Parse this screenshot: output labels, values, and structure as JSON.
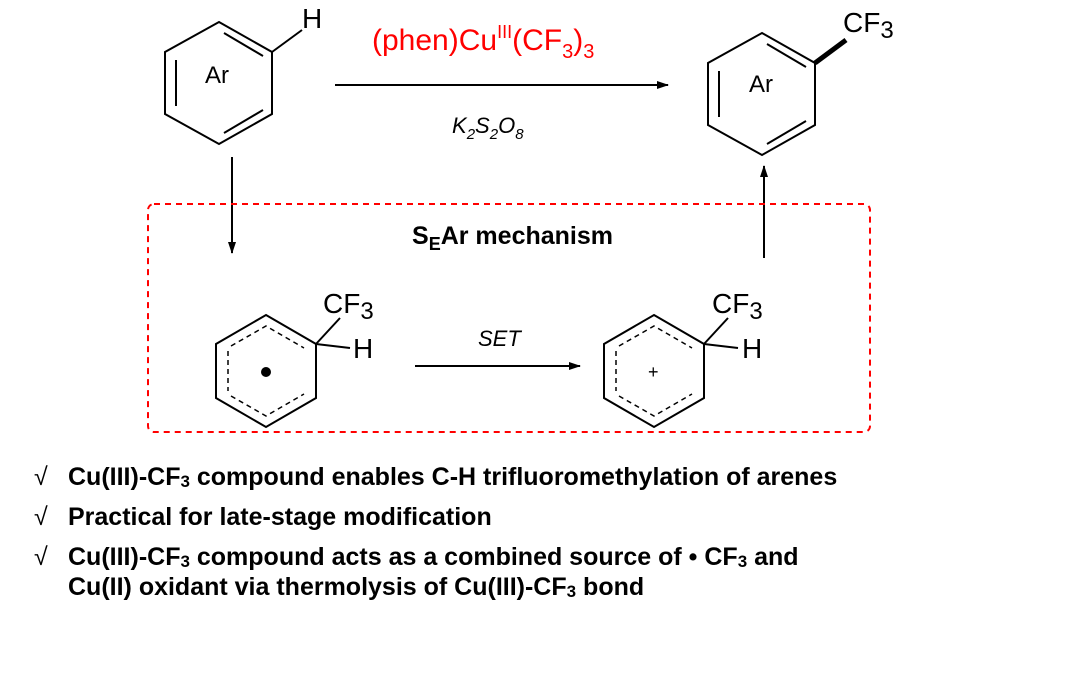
{
  "scheme": {
    "reagent": "(phen)Cu",
    "reagent_ox": "III",
    "reagent_tail": "(CF",
    "reagent_sub": "3",
    "reagent_end": ")",
    "reagent_sub2": "3",
    "condition": "K2S2O8",
    "condition_parts": [
      "K",
      "2",
      "S",
      "2",
      "O",
      "8"
    ],
    "start_label": "Ar",
    "start_substituent": "H",
    "product_label": "Ar",
    "product_substituent": "CF",
    "product_substituent_sub": "3",
    "mechanism_title_S": "S",
    "mechanism_title_sub": "E",
    "mechanism_title_rest": "Ar mechanism",
    "radical_cf3": "CF",
    "radical_cf3_sub": "3",
    "radical_h": "H",
    "set_label": "SET",
    "cation_cf3": "CF",
    "cation_cf3_sub": "3",
    "cation_h": "H",
    "cation_charge": "+",
    "colors": {
      "reagent": "#ff0000",
      "box": "#ff0000",
      "ink": "#000000"
    }
  },
  "bullets": {
    "mark": "√",
    "b1_a": "Cu(III)-CF",
    "b1_sub": "3",
    "b1_b": " compound enables C-H trifluoromethylation of arenes",
    "b2": "Practical for late-stage modification",
    "b3_a": "Cu(III)-CF",
    "b3_sub": "3",
    "b3_b": " compound acts as a combined source of • CF",
    "b3_sub2": "3",
    "b3_c": " and",
    "b3_line2_a": "Cu(II) oxidant via thermolysis of Cu(III)-CF",
    "b3_line2_sub": "3",
    "b3_line2_b": " bond"
  }
}
